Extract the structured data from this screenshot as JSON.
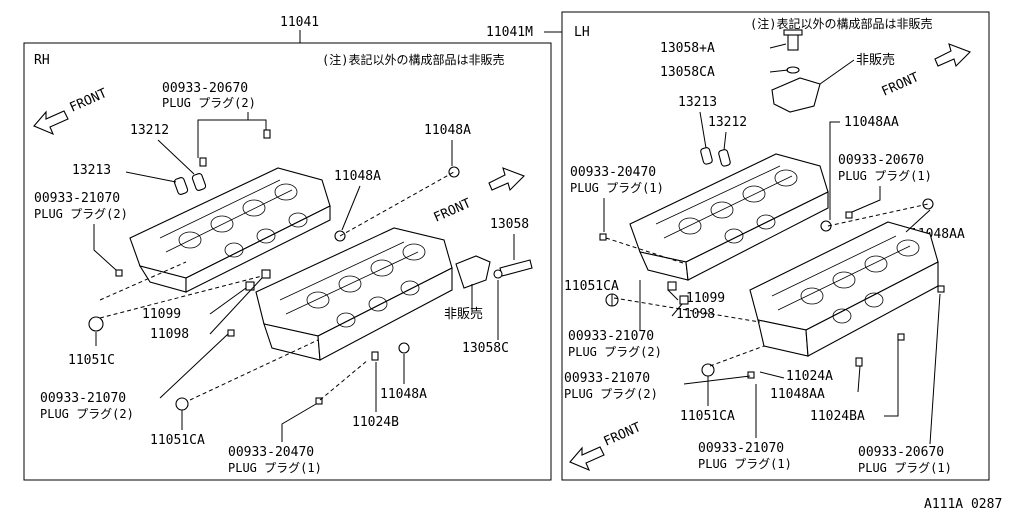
{
  "top_refs": {
    "main": "11041",
    "lh_main": "11041M"
  },
  "rh": {
    "side": "RH",
    "note": "(注)表記以外の構成部品は非販売",
    "front": "FRONT",
    "front2": "FRONT",
    "not_sold": "非販売",
    "labels": {
      "plug_top_pn": "00933-20670",
      "plug_top_desc": "PLUG プラグ(2)",
      "p13212": "13212",
      "p13213": "13213",
      "plug_left_pn": "00933-21070",
      "plug_left_desc": "PLUG プラグ(2)",
      "p11048a_top": "11048A",
      "p11048a_mid": "11048A",
      "p13058": "13058",
      "p11099": "11099",
      "p11098": "11098",
      "p11051c": "11051C",
      "p13058c": "13058C",
      "plug_bl_pn": "00933-21070",
      "plug_bl_desc": "PLUG プラグ(2)",
      "p11048a_low": "11048A",
      "p11051ca": "11051CA",
      "p11024b": "11024B",
      "plug_bot_pn": "00933-20470",
      "plug_bot_desc": "PLUG プラグ(1)"
    }
  },
  "lh": {
    "side": "LH",
    "note": "(注)表記以外の構成部品は非販売",
    "front": "FRONT",
    "front2": "FRONT",
    "not_sold": "非販売",
    "labels": {
      "p13058a": "13058+A",
      "p13058ca": "13058CA",
      "p13213": "13213",
      "p13212": "13212",
      "p11048aa_top": "11048AA",
      "plug_l_pn": "00933-20470",
      "plug_l_desc": "PLUG プラグ(1)",
      "plug_r_pn": "00933-20670",
      "plug_r_desc": "PLUG プラグ(1)",
      "p11048aa_right": "11048AA",
      "p11051ca_left": "11051CA",
      "p11099": "11099",
      "p11098": "11098",
      "plug_m_pn": "00933-21070",
      "plug_m_desc": "PLUG プラグ(2)",
      "plug_m2_pn": "00933-21070",
      "plug_m2_desc": "PLUG プラグ(2)",
      "p11024a": "11024A",
      "p11048aa_low": "11048AA",
      "p11051ca_bot": "11051CA",
      "p11024ba": "11024BA",
      "plug_b_pn": "00933-21070",
      "plug_b_desc": "PLUG プラグ(1)",
      "plug_br_pn": "00933-20670",
      "plug_br_desc": "PLUG プラグ(1)"
    }
  },
  "footer_code": "A111A 0287"
}
